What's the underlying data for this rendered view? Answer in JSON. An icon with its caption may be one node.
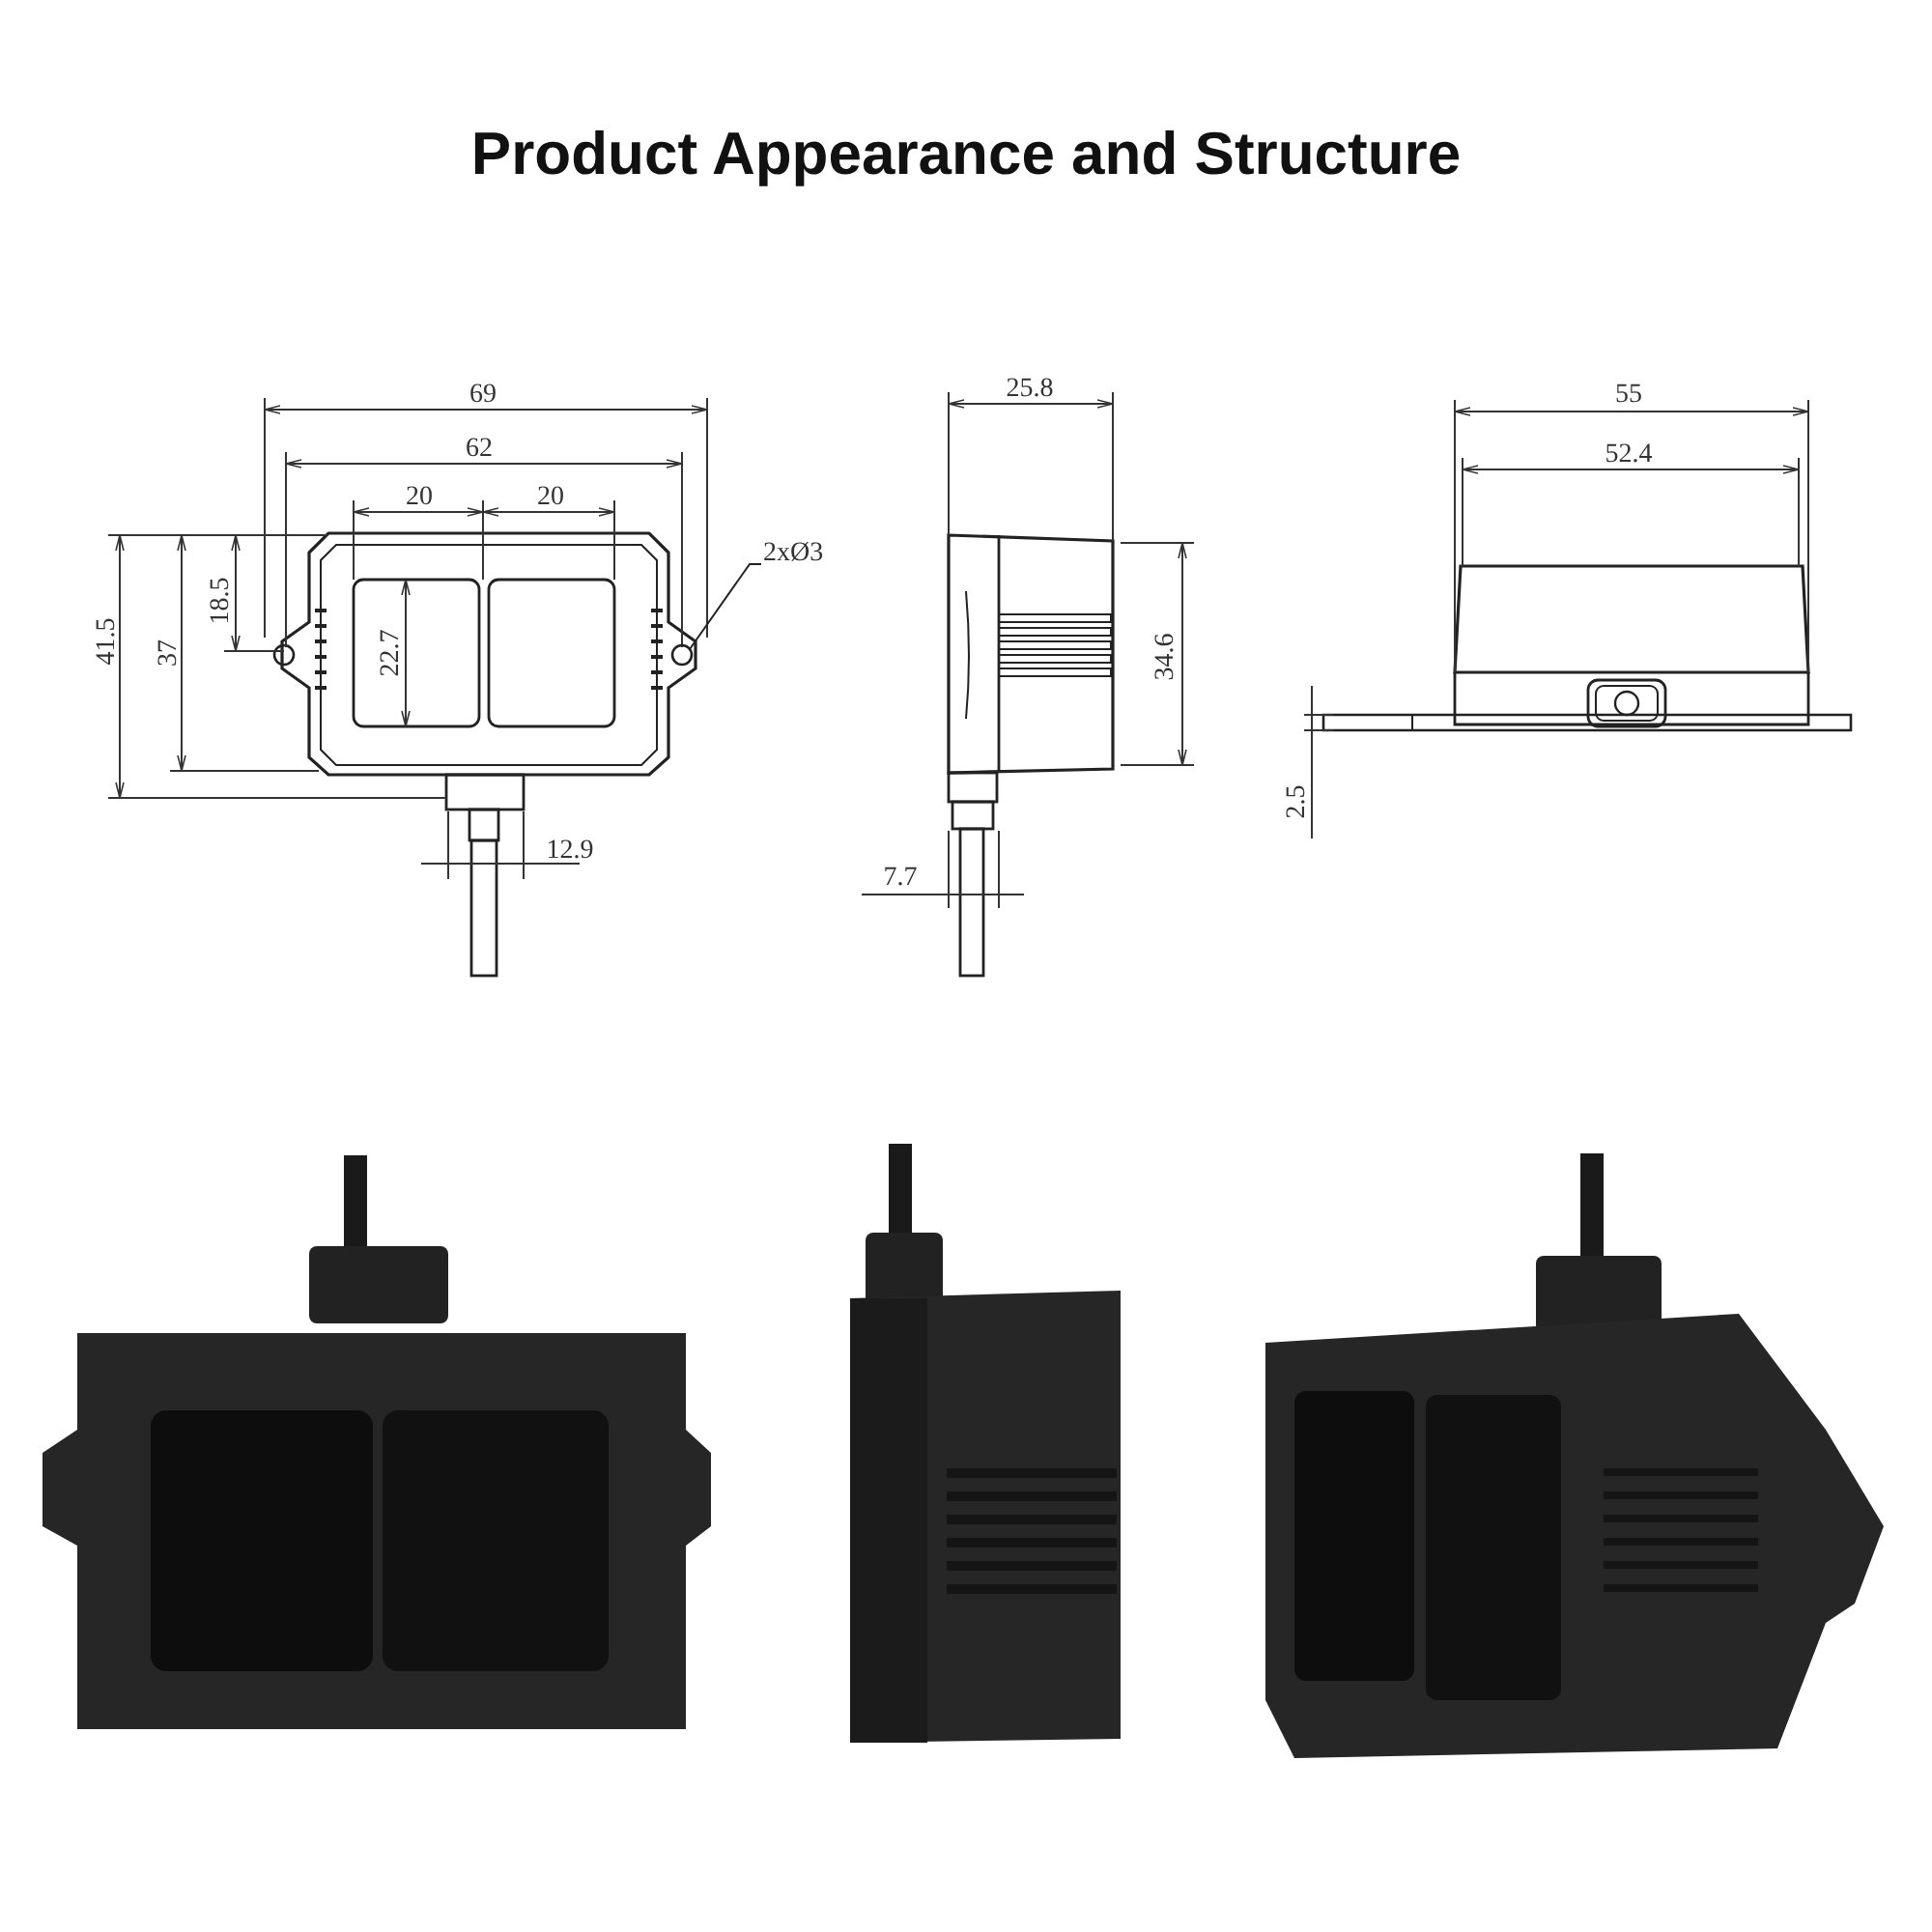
{
  "diagram": {
    "title": "Product Appearance and Structure",
    "nodes": [
      {
        "text": [
          "2xØ3"
        ]
      },
      {
        "text": [],
        "shape": "circle"
      }
    ],
    "edges": [
      {
        "from": 0,
        "to": 1,
        "arrow": "none"
      }
    ],
    "labels": [
      "69",
      "62",
      "20",
      "20",
      "18.5",
      "41.5",
      "37",
      "22.7",
      "12.9",
      "25.8",
      "34.6",
      "7.7",
      "55",
      "52.4",
      "2.5"
    ]
  }
}
